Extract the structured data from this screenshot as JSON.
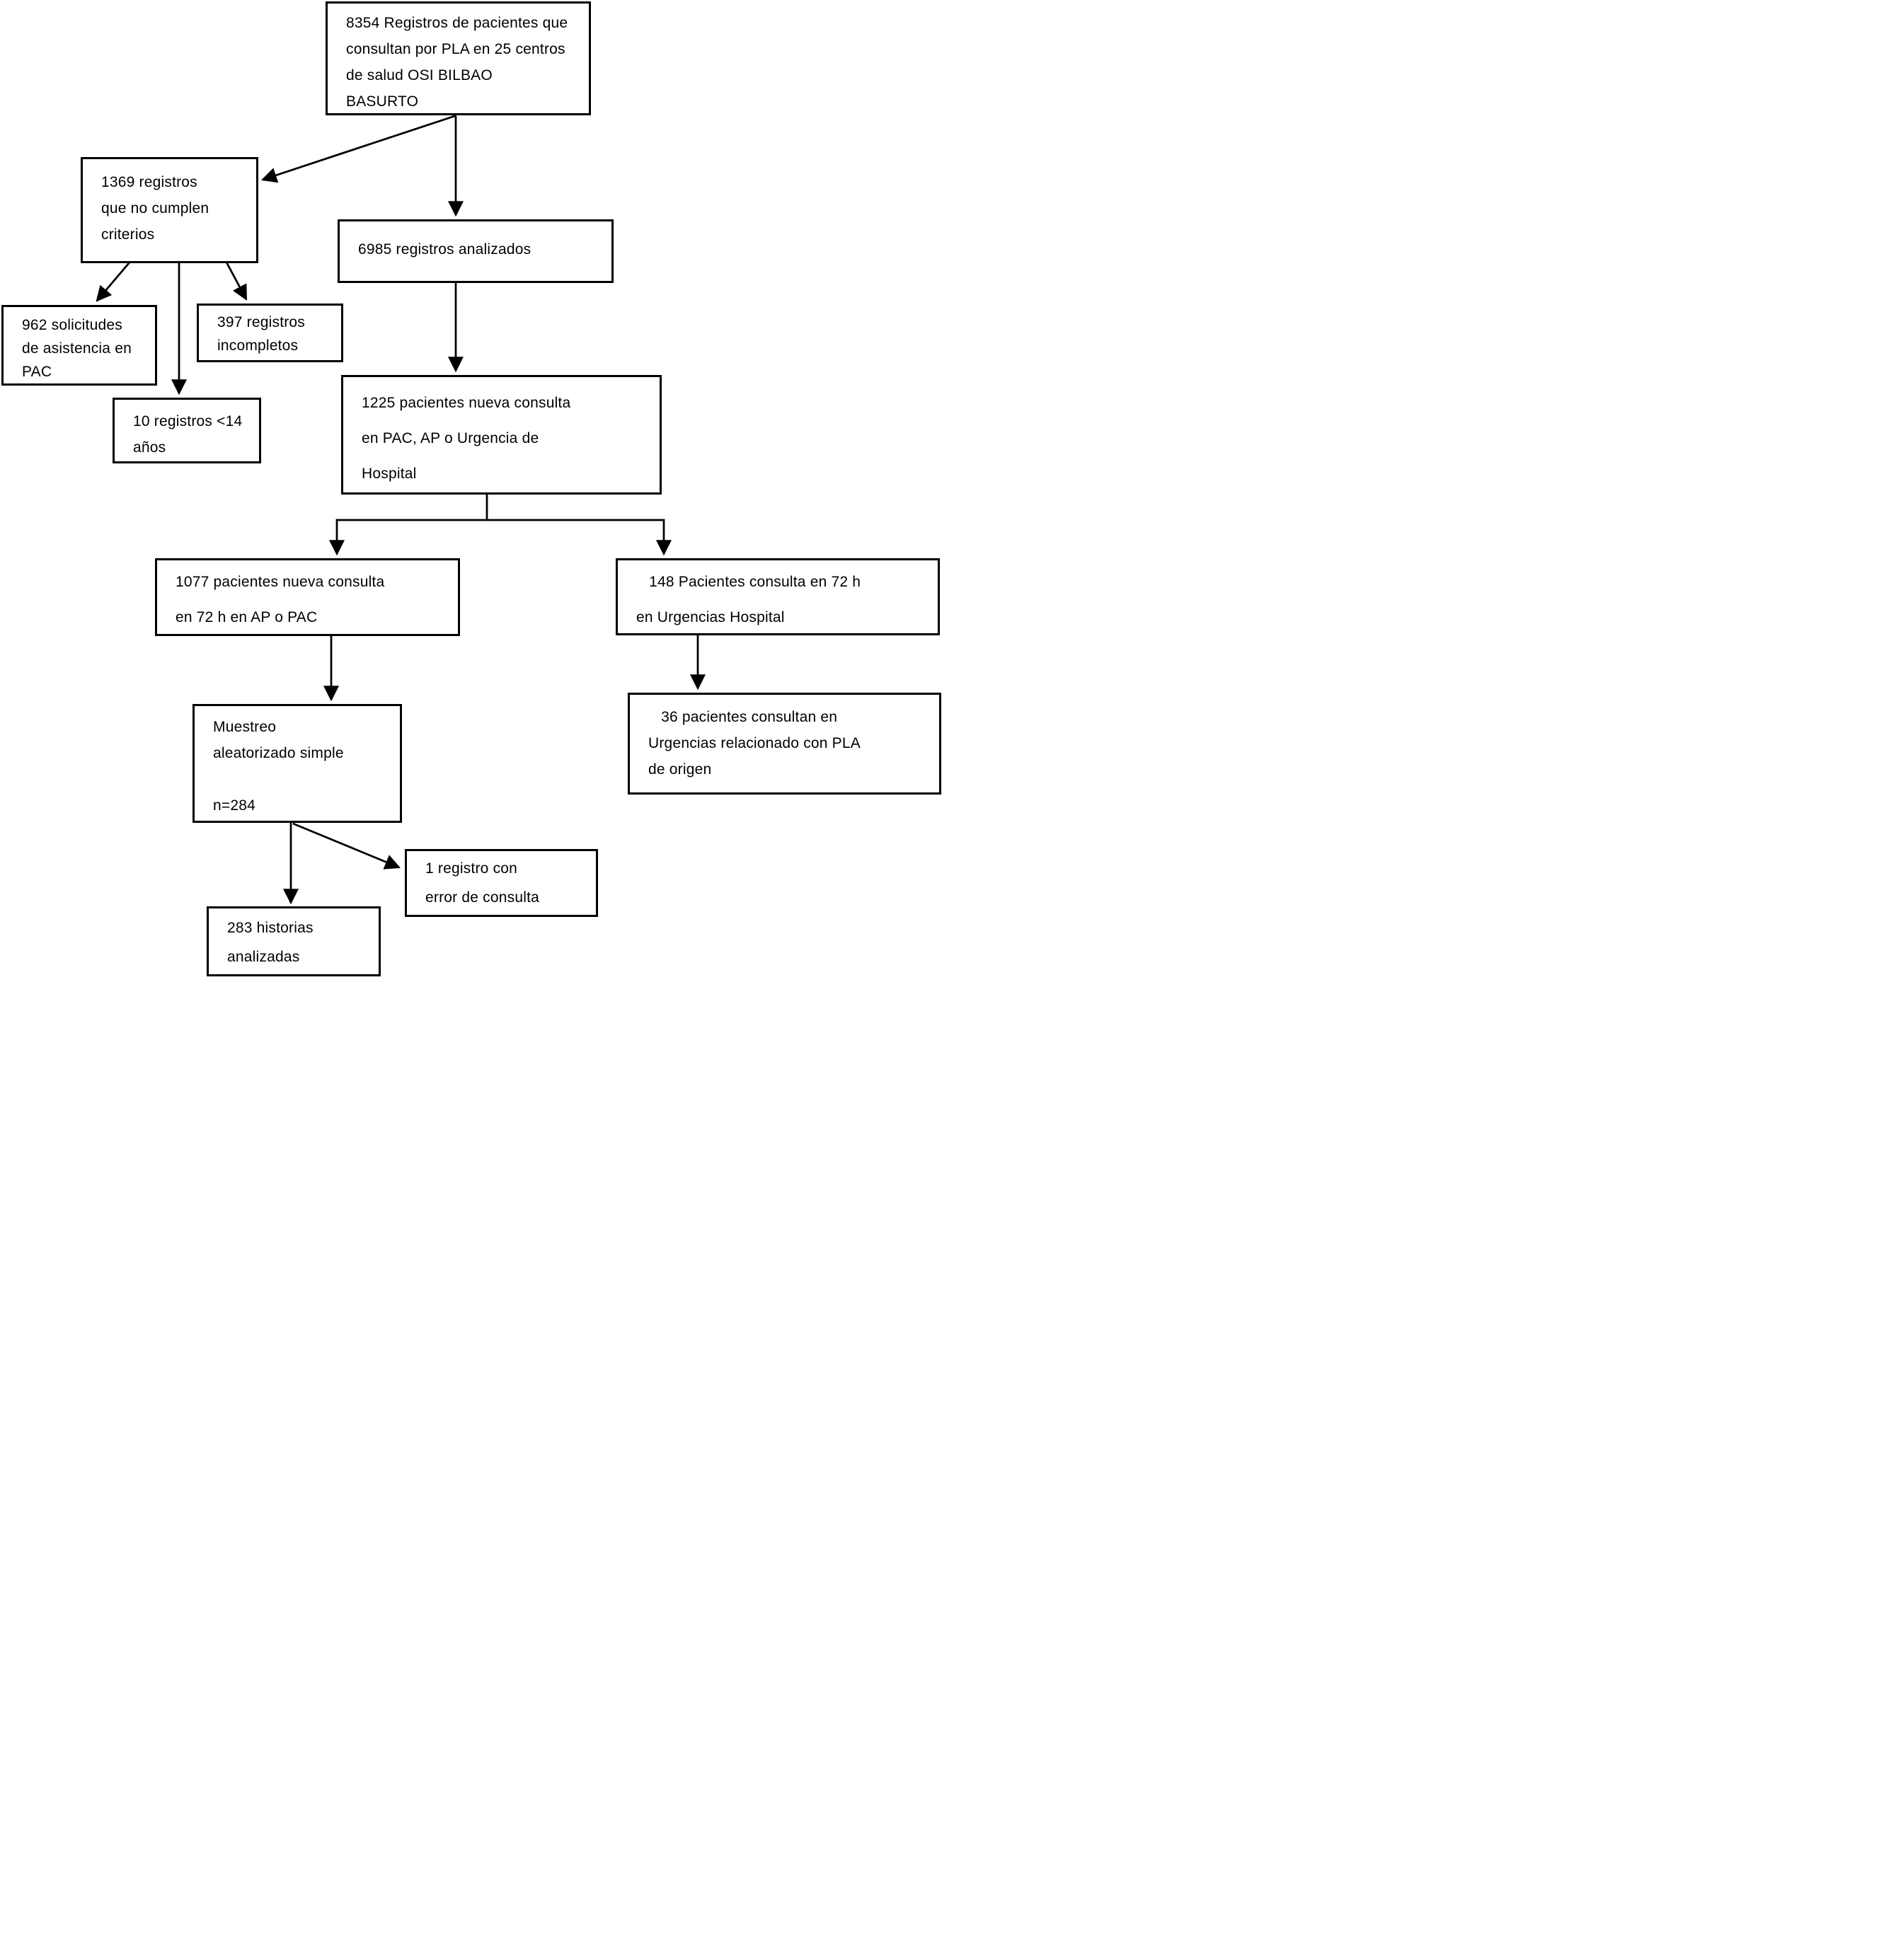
{
  "diagram": {
    "language": "es",
    "colors": {
      "background": "#ffffff",
      "box_fill": "#ffffff",
      "box_border": "#000000",
      "text": "#000000",
      "arrow": "#000000"
    },
    "boxes": {
      "total": {
        "text": "8354 Registros de pacientes que\nconsultan por PLA en 25 centros\nde salud OSI BILBAO\nBASURTO"
      },
      "excluded": {
        "text": "1369 registros\nque no cumplen\ncriterios"
      },
      "analyzed": {
        "text": "6985 registros analizados"
      },
      "pac_requests": {
        "text": "962 solicitudes\nde asistencia en\nPAC"
      },
      "incomplete": {
        "text": "397 registros\nincompletos"
      },
      "under14": {
        "text": "10 registros <14\naños"
      },
      "new_consult": {
        "text": "1225 pacientes nueva consulta\nen PAC, AP o Urgencia de\nHospital"
      },
      "ap_pac_72h": {
        "text": "1077 pacientes nueva consulta\nen 72 h en AP o PAC"
      },
      "er_72h": {
        "text": "   148 Pacientes consulta en 72 h\nen Urgencias Hospital"
      },
      "sampling": {
        "text": "Muestreo\naleatorizado simple\n\nn=284"
      },
      "er_pla": {
        "text": "   36 pacientes consultan en\nUrgencias relacionado con PLA\nde origen"
      },
      "query_error": {
        "text": "1 registro con\nerror de consulta"
      },
      "analyzed_records": {
        "text": "283 historias\nanalizadas"
      }
    },
    "edges": [
      {
        "from": "total",
        "to": "excluded"
      },
      {
        "from": "total",
        "to": "analyzed"
      },
      {
        "from": "excluded",
        "to": "pac_requests"
      },
      {
        "from": "excluded",
        "to": "under14"
      },
      {
        "from": "excluded",
        "to": "incomplete"
      },
      {
        "from": "analyzed",
        "to": "new_consult"
      },
      {
        "from": "new_consult",
        "to": "ap_pac_72h"
      },
      {
        "from": "new_consult",
        "to": "er_72h"
      },
      {
        "from": "ap_pac_72h",
        "to": "sampling"
      },
      {
        "from": "er_72h",
        "to": "er_pla"
      },
      {
        "from": "sampling",
        "to": "analyzed_records"
      },
      {
        "from": "sampling",
        "to": "query_error"
      }
    ]
  }
}
